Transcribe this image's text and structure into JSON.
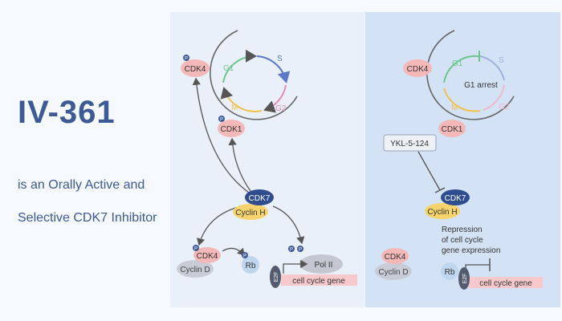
{
  "heading": {
    "title": "IV-361",
    "line1": "is an Orally Active and",
    "line2": "Selective CDK7 Inhibitor"
  },
  "left_panel": {
    "cycle": {
      "g1": "G1",
      "s": "S",
      "g2": "G2",
      "m": "M"
    },
    "cdk4_top": "CDK4",
    "cdk1": "CDK1",
    "cdk7": "CDK7",
    "cyclin_h": "Cyclin H",
    "cdk4_bottom": "CDK4",
    "cyclin_d": "Cyclin D",
    "rb": "Rb",
    "pol2": "Pol II",
    "e2f": "E2F",
    "cell_cycle_gene": "cell cycle gene",
    "p": "P"
  },
  "right_panel": {
    "cycle": {
      "g1": "G1",
      "s": "S",
      "g2": "G2",
      "m": "M",
      "arrest": "G1 arrest"
    },
    "cdk4_top": "CDK4",
    "cdk1": "CDK1",
    "inhibitor": "YKL-5-124",
    "cdk7": "CDK7",
    "cyclin_h": "Cyclin H",
    "repression_1": "Repression",
    "repression_2": "of cell cycle",
    "repression_3": "gene expression",
    "cdk4_bottom": "CDK4",
    "cyclin_d": "Cyclin D",
    "rb": "Rb",
    "e2f": "E2F",
    "cell_cycle_gene": "cell cycle gene"
  },
  "colors": {
    "title": "#3d5a96",
    "cdk_pink": "#f4b8b8",
    "cdk7_navy": "#2f4c8f",
    "cyclin_yellow": "#f6d36b",
    "cyclin_grey": "#c9cbd6",
    "rb_blue": "#bfd7ee",
    "pol_grey": "#c4c7d2",
    "gene_pink": "#f7c9cc",
    "g1_green": "#6cc58b",
    "s_blue": "#5b79c8",
    "g2_pink": "#e48ab0",
    "m_yellow": "#f1c04f"
  }
}
